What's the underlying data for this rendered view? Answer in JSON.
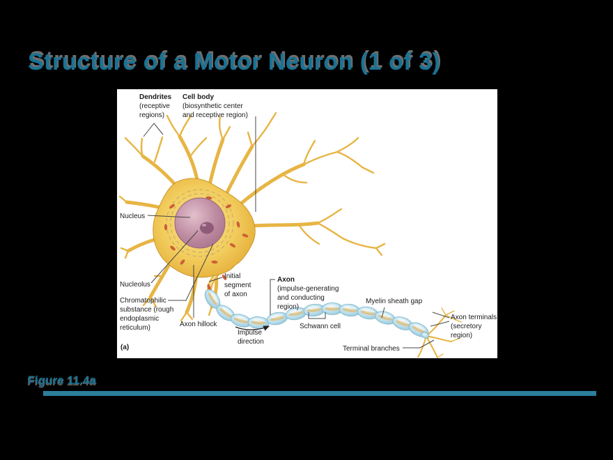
{
  "slide": {
    "title": "Structure of a Motor Neuron (1 of 3)",
    "caption": "Figure 11.4a"
  },
  "figure": {
    "panel_letter": "(a)",
    "labels": {
      "dendrites_title": "Dendrites",
      "dendrites_sub": "(receptive\nregions)",
      "cell_body_title": "Cell body",
      "cell_body_sub": "(biosynthetic center\nand receptive region)",
      "nucleus": "Nucleus",
      "nucleolus": "Nucleolus",
      "chromatophilic": "Chromatophilic\nsubstance (rough\nendoplasmic\nreticulum)",
      "axon_hillock": "Axon hillock",
      "initial_segment": "Initial\nsegment\nof axon",
      "axon_title": "Axon",
      "axon_sub": "(impulse-generating\nand conducting\nregion)",
      "impulse_direction": "Impulse\ndirection",
      "schwann_cell": "Schwann cell",
      "myelin_sheath_gap": "Myelin sheath gap",
      "axon_terminals": "Axon terminals\n(secretory\nregion)",
      "terminal_branches": "Terminal branches"
    },
    "colors": {
      "dendrite_gold": "#e7b544",
      "soma_highlight": "#f9e08a",
      "nucleus_pink": "#bd8aa0",
      "nucleolus": "#8e5c78",
      "myelin_blue": "#b8dcea",
      "myelin_core_tan": "#d9c185",
      "speckle_orange": "#d4603a"
    }
  },
  "theme": {
    "background": "#000000",
    "title_color": "#1a7294",
    "title_shadow": "#6f6f6f",
    "accent_bar_color": "#2c7e9d",
    "panel_background": "#ffffff",
    "label_color": "#1a1a1a"
  }
}
